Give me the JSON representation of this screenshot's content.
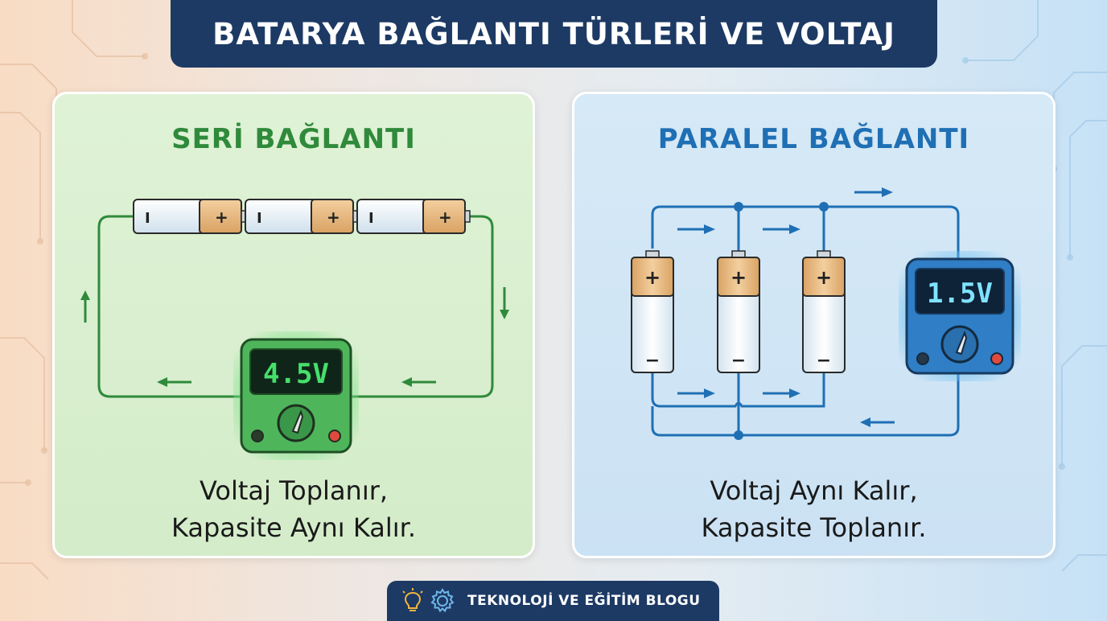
{
  "title": "BATARYA BAĞLANTI TÜRLERİ VE VOLTAJ",
  "series_panel": {
    "title": "SERİ BAĞLANTI",
    "meter_reading": "4.5V",
    "battery_minus": "I",
    "battery_plus": "+",
    "caption_line1": "Voltaj Toplanır,",
    "caption_line2": "Kapasite Aynı Kalır."
  },
  "parallel_panel": {
    "title": "PARALEL BAĞLANTI",
    "meter_reading": "1.5V",
    "battery_plus": "+",
    "battery_minus": "−",
    "caption_line1": "Voltaj Aynı Kalır,",
    "caption_line2": "Kapasite Toplanır."
  },
  "footer": {
    "label": "TEKNOLOJİ VE EĞİTİM BLOGU",
    "icons": [
      "lightbulb-icon",
      "gear-icon"
    ]
  },
  "colors": {
    "title_bar": "#1d3a64",
    "series_accent": "#2f8a3b",
    "parallel_accent": "#1f6fb4",
    "series_panel_bg": "#dff2d6",
    "parallel_panel_bg": "#d6e9f6",
    "battery_cap": "#e8b77a",
    "lcd_green": "#45e06a",
    "lcd_cyan": "#7fe3ff"
  }
}
